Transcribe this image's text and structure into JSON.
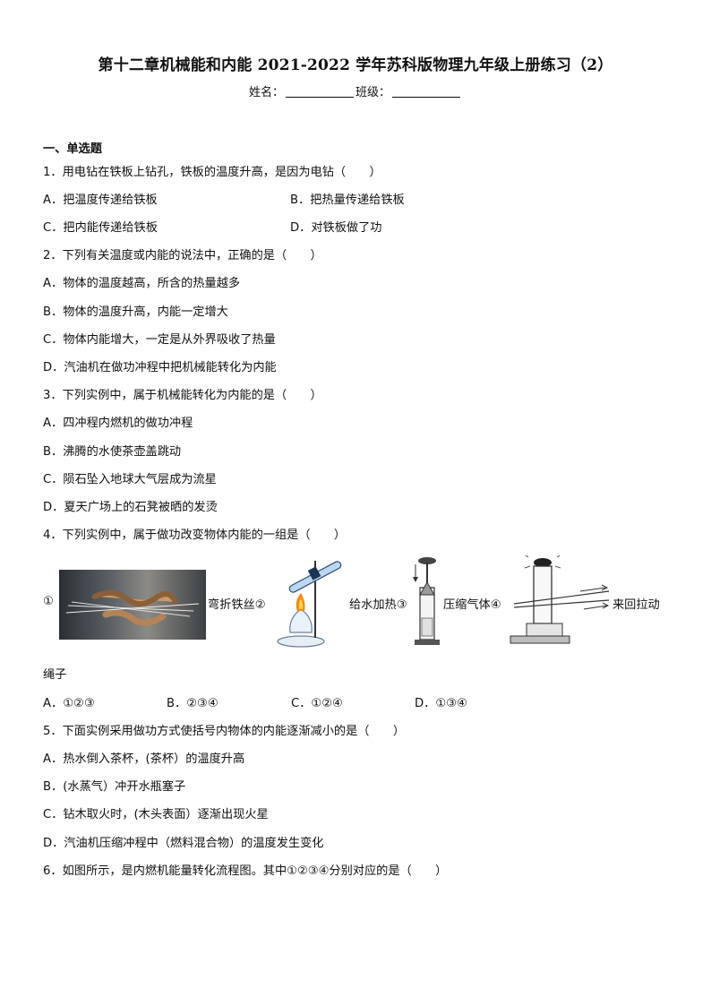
{
  "title": "第十二章机械能和内能 2021-2022 学年苏科版物理九年级上册练习（2）",
  "name_label": "姓名：",
  "class_label": "班级：",
  "section1": "一、单选题",
  "q1": {
    "stem": "1．用电钻在铁板上钻孔，铁板的温度升高，是因为电钻（　　）",
    "A": "A．把温度传递给铁板",
    "B": "B．把热量传递给铁板",
    "C": "C．把内能传递给铁板",
    "D": "D．对铁板做了功"
  },
  "q2": {
    "stem": "2．下列有关温度或内能的说法中，正确的是（　　）",
    "A": "A．物体的温度越高，所含的热量越多",
    "B": "B．物体的温度升高，内能一定增大",
    "C": "C．物体内能增大，一定是从外界吸收了热量",
    "D": "D．汽油机在做功冲程中把机械能转化为内能"
  },
  "q3": {
    "stem": "3．下列实例中，属于机械能转化为内能的是（　　）",
    "A": "A．四冲程内燃机的做功冲程",
    "B": "B．沸腾的水使茶壶盖跳动",
    "C": "C．陨石坠入地球大气层成为流星",
    "D": "D．夏天广场上的石凳被晒的发烫"
  },
  "q4": {
    "stem": "4．下列实例中，属于做功改变物体内能的一组是（　　）",
    "fig1": "①",
    "cap1": "弯折铁丝②",
    "cap2": "给水加热③",
    "cap3": "压缩气体④",
    "cap4": "来回拉动",
    "cap4b": "绳子",
    "A": "A．①②③",
    "B": "B．②③④",
    "C": "C．①②④",
    "D": "D．①③④"
  },
  "q5": {
    "stem": "5．下面实例采用做功方式使括号内物体的内能逐渐减小的是（　　）",
    "A": "A．热水倒入茶杯，(茶杯）的温度升高",
    "B": "B．(水蒸气）冲开水瓶塞子",
    "C": "C．钻木取火时，(木头表面）逐渐出现火星",
    "D": "D．汽油机压缩冲程中（燃料混合物）的温度发生变化"
  },
  "q6": {
    "stem": "6．如图所示，是内燃机能量转化流程图。其中①②③④分别对应的是（　　）"
  }
}
